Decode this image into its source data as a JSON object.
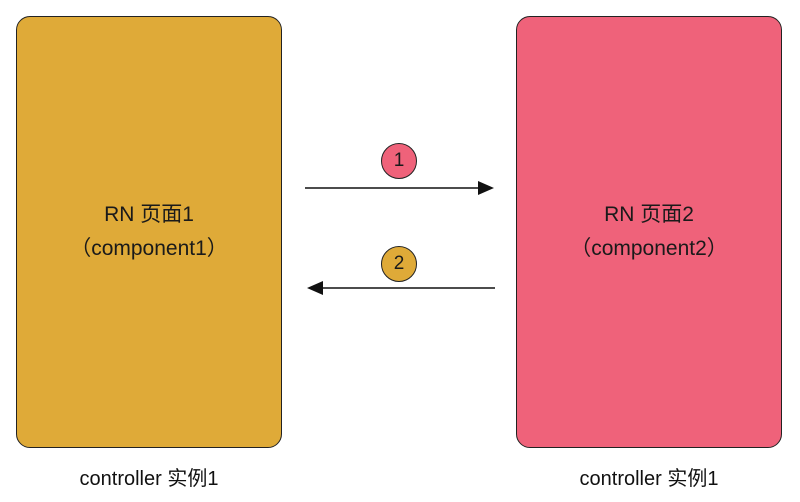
{
  "colors": {
    "left_box": "#DFAA38",
    "right_box": "#EF627A",
    "border": "#222222",
    "arrow": "#111111"
  },
  "left": {
    "title": "RN 页面1",
    "subtitle": "（component1）",
    "caption": "controller 实例1"
  },
  "right": {
    "title": "RN 页面2",
    "subtitle": "（component2）",
    "caption": "controller 实例1"
  },
  "steps": [
    {
      "label": "1",
      "color": "#EF627A",
      "direction": "left-to-right"
    },
    {
      "label": "2",
      "color": "#DFAA38",
      "direction": "right-to-left"
    }
  ]
}
